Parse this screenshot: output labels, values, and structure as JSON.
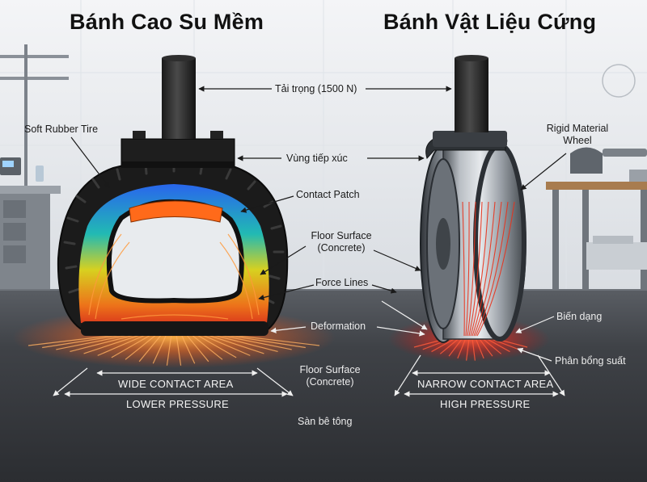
{
  "titles": {
    "left": "Bánh Cao Su Mềm",
    "right": "Bánh Vật Liệu Cứng"
  },
  "labels": {
    "load": "Tải trọng (1500 N)",
    "contact_zone": "Vùng tiếp xúc",
    "soft_rubber_tire": "Soft Rubber Tire",
    "contact_patch": "Contact Patch",
    "floor_surface_1": "Floor Surface",
    "floor_surface_1b": "(Concrete)",
    "force_lines": "Force Lines",
    "deformation": "Deformation",
    "floor_surface_2": "Floor Surface",
    "floor_surface_2b": "(Concrete)",
    "concrete_floor": "Sàn bê tông",
    "rigid_material": "Rigid Material",
    "wheel": "Wheel",
    "bien_dang": "Biến dạng",
    "stress_distribution": "Phân bổng suất"
  },
  "left_area": {
    "wide_contact": "WIDE CONTACT AREA",
    "lower_pressure": "LOWER PRESSURE"
  },
  "right_area": {
    "narrow_contact": "NARROW CONTACT AREA",
    "high_pressure": "HIGH PRESSURE"
  },
  "colors": {
    "background": "#e9ecef",
    "floor": "#3a3d42",
    "rubber": "#1b1b1b",
    "steel": "#8a9097",
    "heat_orange": "#ff7a1a",
    "heat_red": "#e8321c"
  }
}
